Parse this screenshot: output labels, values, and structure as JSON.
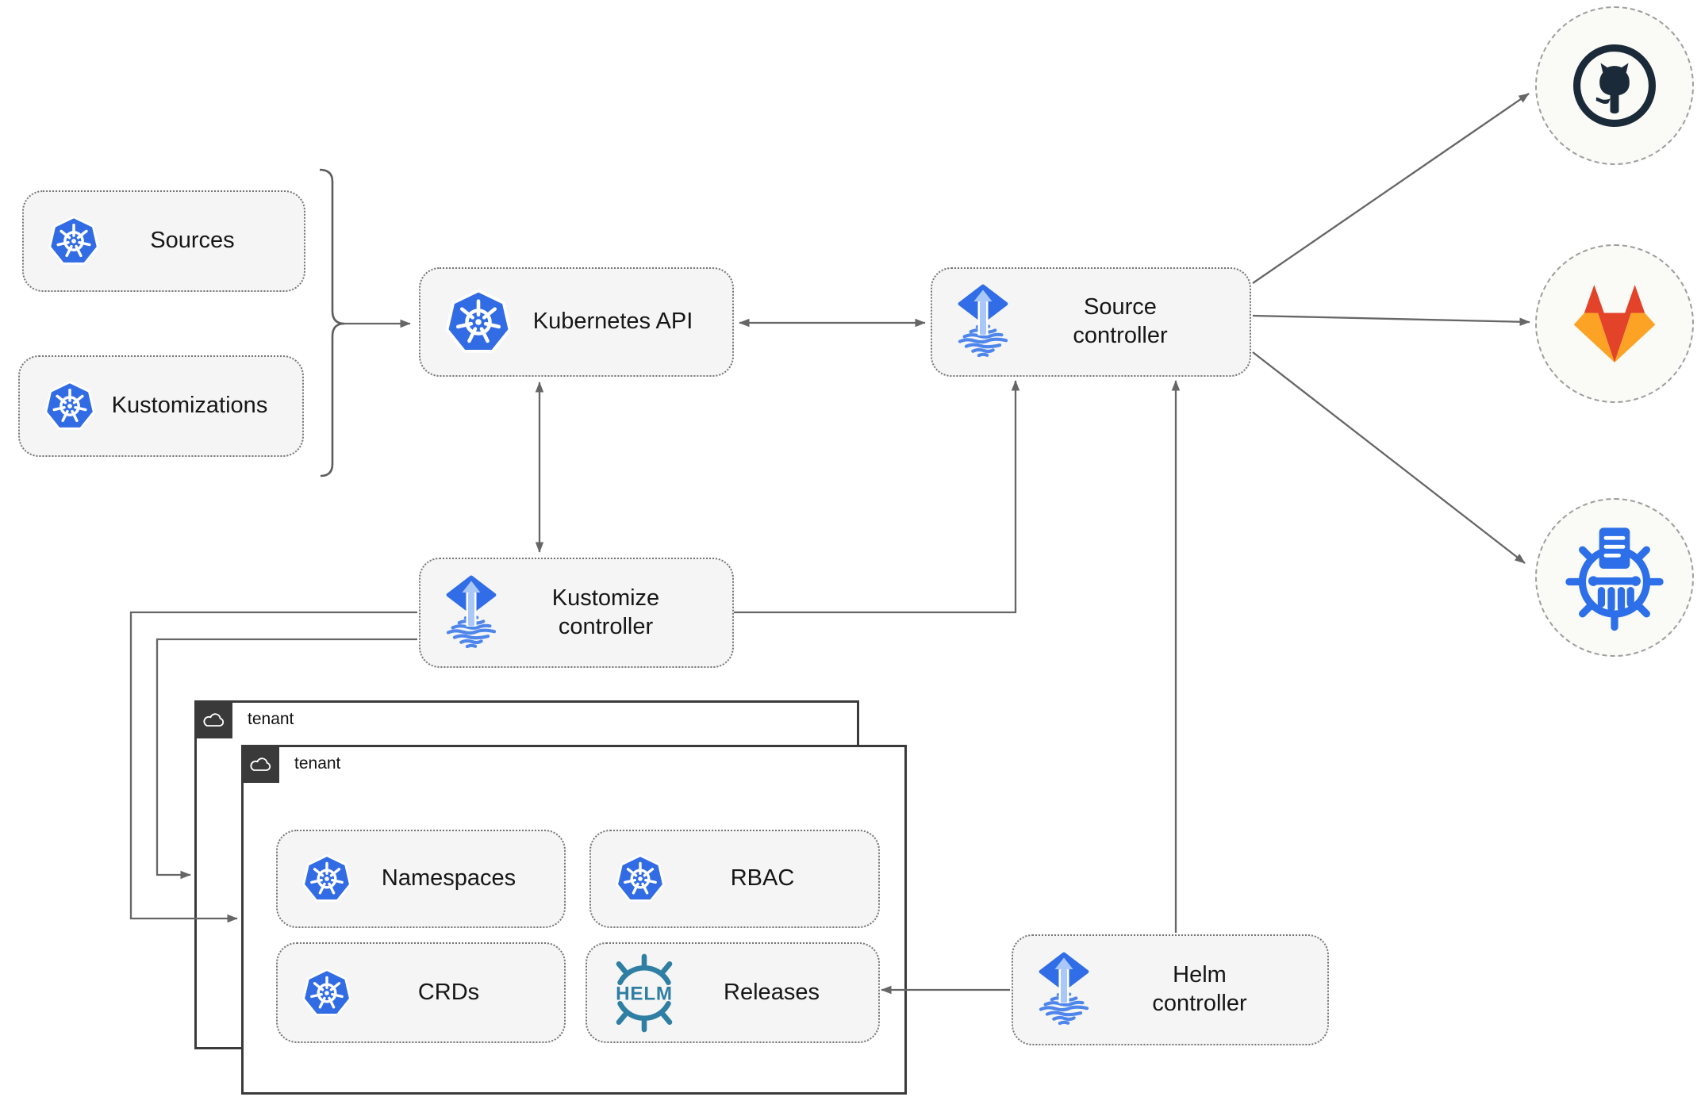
{
  "colors": {
    "kubernetes-blue": "#326CE5",
    "flux-blue": "#316DE6",
    "flux-wave": "#4F86EC",
    "flux-arrow-light": "#A9C7F7",
    "helm-teal": "#2E7FA3",
    "github-dark": "#1B2A38",
    "gitlab-red": "#E24329",
    "gitlab-orange": "#FCA326",
    "chartmuseum-blue": "#2C6FE8",
    "box-fill": "#F5F5F5",
    "box-border": "#757575",
    "arrow-gray": "#666666",
    "tenant-dark": "#3A3A3A",
    "circle-fill": "#FAFAF7",
    "circle-border": "#9E9E9E"
  },
  "icons": {
    "kubernetes": "kubernetes-wheel-heptagon",
    "flux": "flux-diamond-up-arrow",
    "helm": "helm-wheel-wordmark",
    "github": "github-octocat-circle",
    "gitlab": "gitlab-tanuki",
    "chartmuseum": "chartmuseum-helm-repository",
    "tenant": "cloud"
  },
  "nodes": {
    "sources": {
      "label": "Sources"
    },
    "kustomizations": {
      "label": "Kustomizations"
    },
    "kubernetes_api": {
      "label": "Kubernetes API"
    },
    "source_controller": {
      "label": "Source\ncontroller"
    },
    "kustomize_controller": {
      "label": "Kustomize\ncontroller"
    },
    "helm_controller": {
      "label": "Helm\ncontroller"
    },
    "tenant_back": {
      "label": "tenant"
    },
    "tenant_front": {
      "label": "tenant"
    },
    "namespaces": {
      "label": "Namespaces"
    },
    "rbac": {
      "label": "RBAC"
    },
    "crds": {
      "label": "CRDs"
    },
    "releases": {
      "label": "Releases",
      "logo_text": "HELM"
    }
  }
}
